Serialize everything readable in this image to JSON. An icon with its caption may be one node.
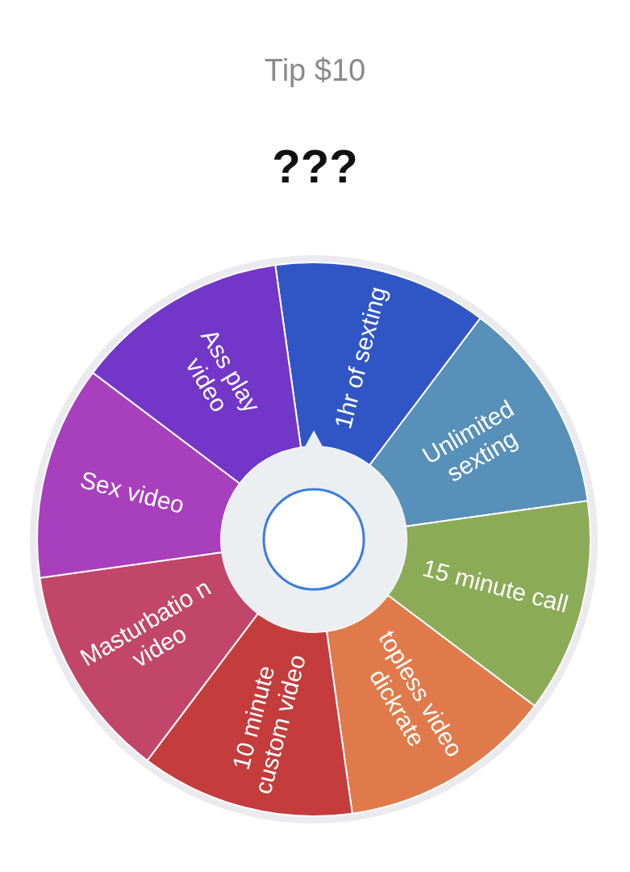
{
  "diagram": {
    "title": "Tip $10",
    "nodes": [
      {
        "text": [
          "1hr of sexting"
        ]
      },
      {
        "text": [
          "Unlimited sexting"
        ]
      },
      {
        "text": [
          "15 minute call"
        ]
      },
      {
        "text": [
          "topless video dickrate"
        ]
      },
      {
        "text": [
          "10 minute custom video"
        ]
      },
      {
        "text": [
          "Masturbatio n video"
        ]
      },
      {
        "text": [
          "Sex video"
        ]
      },
      {
        "text": [
          "Ass play video"
        ]
      }
    ],
    "labels": [
      "???"
    ]
  }
}
